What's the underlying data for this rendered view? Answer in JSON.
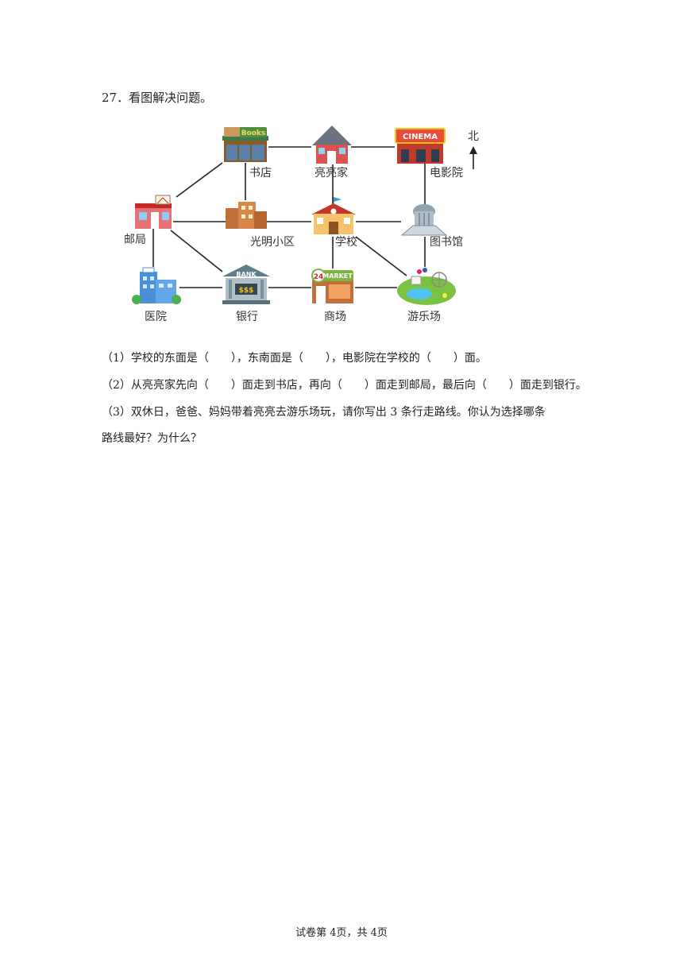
{
  "question": {
    "title": "27．看图解决问题。",
    "parts": [
      "（1）学校的东面是（　　），东南面是（　　），电影院在学校的（　　）面。",
      "（2）从亮亮家先向（　　）面走到书店，再向（　　）面走到邮局，最后向（　　）面走到银行。",
      "（3）双休日，爸爸、妈妈带着亮亮去游乐场玩，请你写出 3 条行走路线。你认为选择哪条",
      "路线最好？为什么？"
    ]
  },
  "map": {
    "north_label": "北",
    "places": {
      "bookstore": "书店",
      "liangliang_home": "亮亮家",
      "cinema": "电影院",
      "post_office": "邮局",
      "guangming": "光明小区",
      "school": "学校",
      "library": "图书馆",
      "hospital": "医院",
      "bank": "银行",
      "mall": "商场",
      "park": "游乐场"
    },
    "signs": {
      "books": "Books",
      "cinema": "CINEMA",
      "bank": "BANK",
      "bank_money": "$$$",
      "market_24": "24",
      "market": "MARKET"
    }
  },
  "footer": "试卷第 4页，共 4页"
}
